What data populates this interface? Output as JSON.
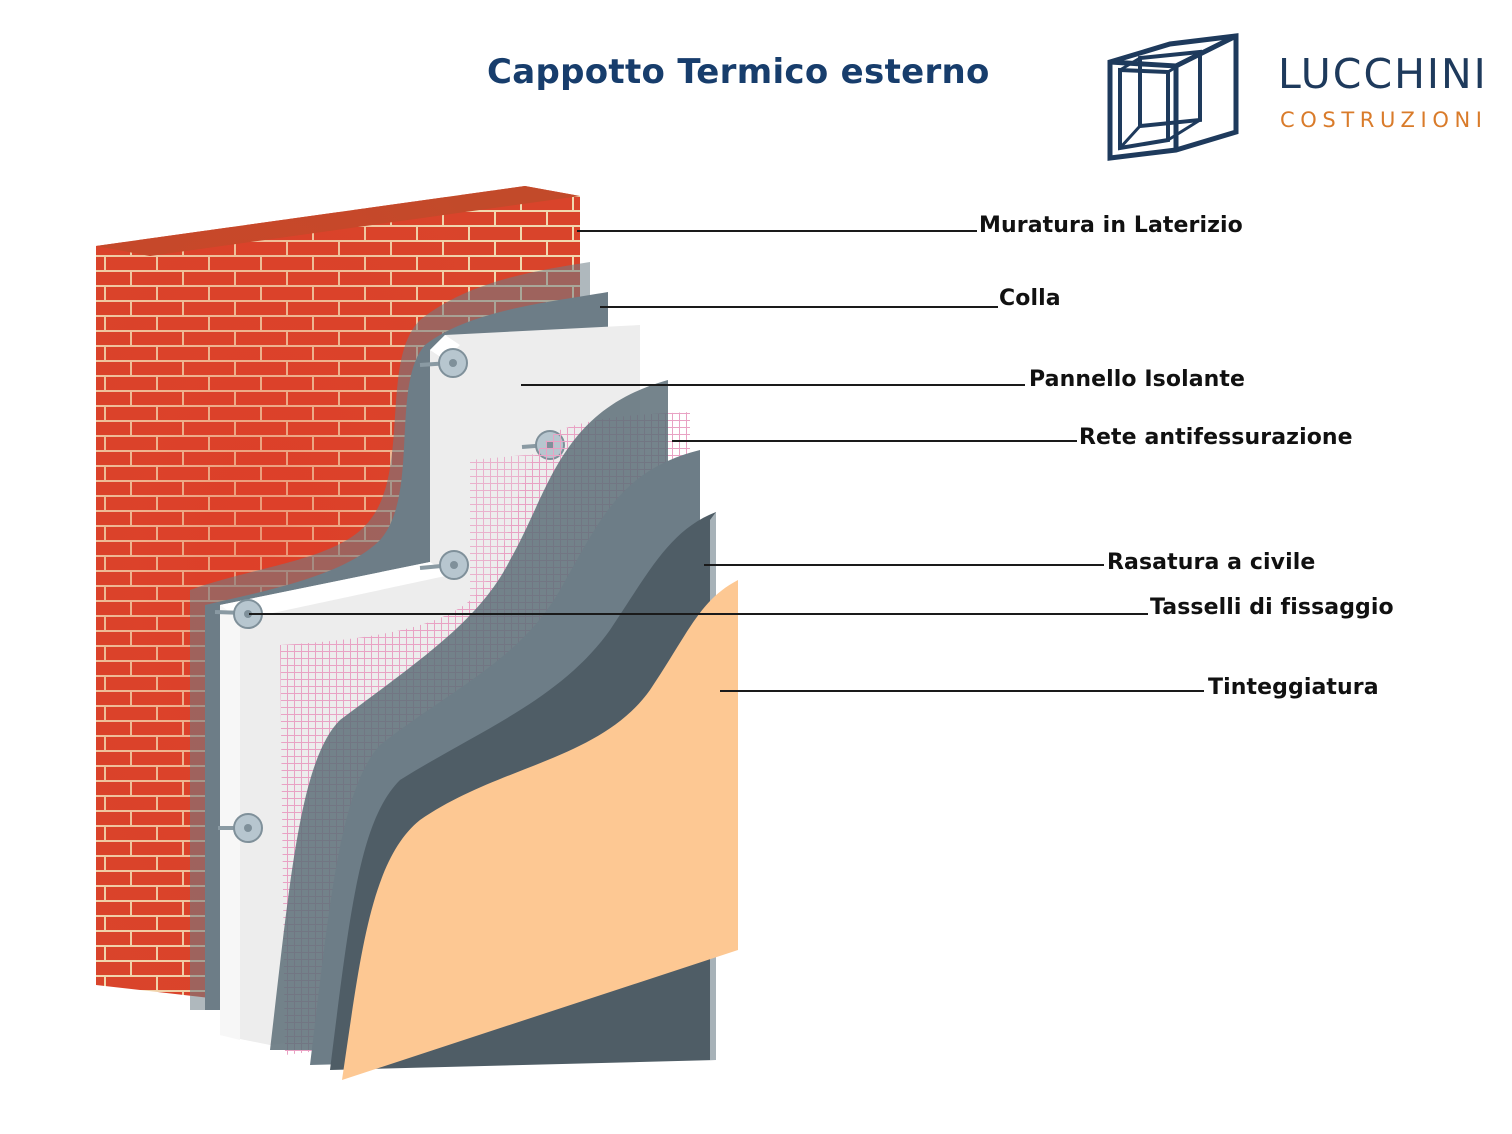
{
  "title": "Cappotto Termico esterno",
  "brand": {
    "name": "LUCCHINI",
    "subtitle": "COSTRUZIONI",
    "colors": {
      "name": "#1e3a5c",
      "subtitle": "#d97b2a",
      "logo": "#1e3a5c"
    }
  },
  "layers": [
    {
      "id": "muratura",
      "label": "Muratura in Laterizio"
    },
    {
      "id": "colla",
      "label": "Colla"
    },
    {
      "id": "pannello",
      "label": "Pannello Isolante"
    },
    {
      "id": "rete",
      "label": "Rete antifessurazione"
    },
    {
      "id": "rasatura",
      "label": "Rasatura a civile"
    },
    {
      "id": "tasselli",
      "label": "Tasselli di fissaggio"
    },
    {
      "id": "tinteggiatura",
      "label": "Tinteggiatura"
    }
  ],
  "colors": {
    "title": "#173d6c",
    "brick": "#d9442b",
    "mortar": "#f1d9b0",
    "insulation": "#ededed",
    "adhesive": "#6d7d87",
    "mesh": "#e9a2c4",
    "plaster": "#4f5d66",
    "paint": "#fdc893"
  }
}
